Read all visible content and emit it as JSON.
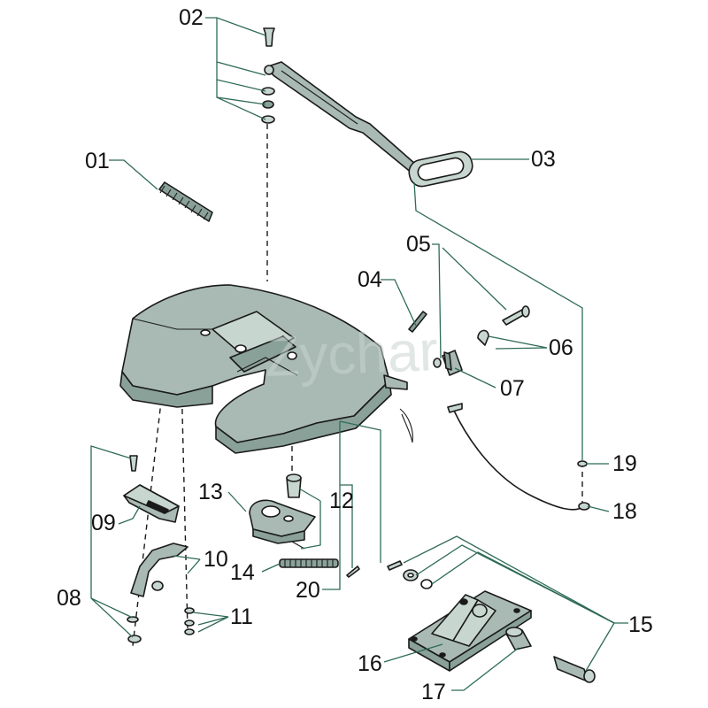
{
  "diagram": {
    "labels": {
      "l01": "01",
      "l02": "02",
      "l03": "03",
      "l04": "04",
      "l05": "05",
      "l06": "06",
      "l07": "07",
      "l08": "08",
      "l09": "09",
      "l10": "10",
      "l11": "11",
      "l12": "12",
      "l13": "13",
      "l14": "14",
      "l15": "15",
      "l16": "16",
      "l17": "17",
      "l18": "18",
      "l19": "19",
      "l20": "20"
    },
    "watermark": "Zychar",
    "colors": {
      "part_fill": "#a8bab3",
      "part_dark": "#8aa199",
      "part_light": "#c8d6d0",
      "leader": "#2f6b55",
      "outline": "#1a1a1a"
    }
  }
}
